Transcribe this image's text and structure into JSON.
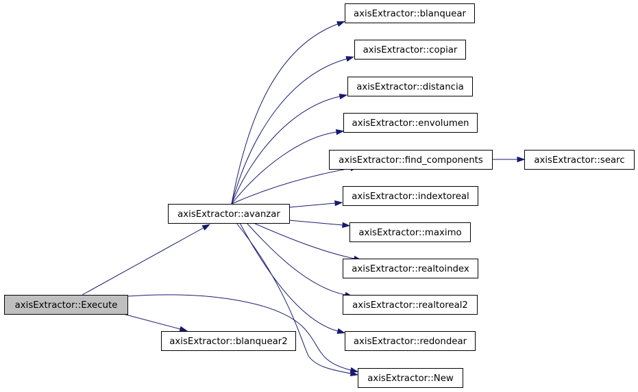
{
  "graph": {
    "nodes": [
      {
        "id": "execute",
        "label": "axisExtractor::Execute",
        "fill": "#bfbfbf",
        "highlighted": true
      },
      {
        "id": "avanzar",
        "label": "axisExtractor::avanzar",
        "fill": "#ffffff"
      },
      {
        "id": "blanquear2",
        "label": "axisExtractor::blanquear2",
        "fill": "#ffffff"
      },
      {
        "id": "blanquear",
        "label": "axisExtractor::blanquear",
        "fill": "#ffffff"
      },
      {
        "id": "copiar",
        "label": "axisExtractor::copiar",
        "fill": "#ffffff"
      },
      {
        "id": "distancia",
        "label": "axisExtractor::distancia",
        "fill": "#ffffff"
      },
      {
        "id": "envolumen",
        "label": "axisExtractor::envolumen",
        "fill": "#ffffff"
      },
      {
        "id": "find_components",
        "label": "axisExtractor::find_components",
        "fill": "#ffffff"
      },
      {
        "id": "searc",
        "label": "axisExtractor::searc",
        "fill": "#ffffff"
      },
      {
        "id": "indextoreal",
        "label": "axisExtractor::indextoreal",
        "fill": "#ffffff"
      },
      {
        "id": "maximo",
        "label": "axisExtractor::maximo",
        "fill": "#ffffff"
      },
      {
        "id": "realtoindex",
        "label": "axisExtractor::realtoindex",
        "fill": "#ffffff"
      },
      {
        "id": "realtoreal2",
        "label": "axisExtractor::realtoreal2",
        "fill": "#ffffff"
      },
      {
        "id": "redondear",
        "label": "axisExtractor::redondear",
        "fill": "#ffffff"
      },
      {
        "id": "new",
        "label": "axisExtractor::New",
        "fill": "#ffffff"
      }
    ],
    "edges": [
      {
        "from": "execute",
        "to": "avanzar"
      },
      {
        "from": "execute",
        "to": "blanquear2"
      },
      {
        "from": "execute",
        "to": "new"
      },
      {
        "from": "avanzar",
        "to": "blanquear"
      },
      {
        "from": "avanzar",
        "to": "copiar"
      },
      {
        "from": "avanzar",
        "to": "distancia"
      },
      {
        "from": "avanzar",
        "to": "envolumen"
      },
      {
        "from": "avanzar",
        "to": "find_components"
      },
      {
        "from": "avanzar",
        "to": "indextoreal"
      },
      {
        "from": "avanzar",
        "to": "maximo"
      },
      {
        "from": "avanzar",
        "to": "realtoindex"
      },
      {
        "from": "avanzar",
        "to": "realtoreal2"
      },
      {
        "from": "avanzar",
        "to": "redondear"
      },
      {
        "from": "avanzar",
        "to": "new"
      },
      {
        "from": "find_components",
        "to": "searc"
      }
    ],
    "edge_color": "#191970"
  }
}
